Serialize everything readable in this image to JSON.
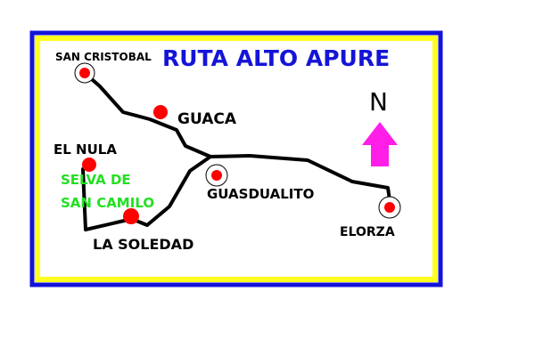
{
  "map": {
    "title": "RUTA ALTO APURE",
    "colors": {
      "outer_border": "#1414d8",
      "inner_border": "#ffff1e",
      "route": "#000000",
      "city_marker": "#ff0000",
      "title": "#1414d8",
      "special_label": "#22e022",
      "north_arrow": "#ff1ee8"
    },
    "north_arrow": {
      "label": "N",
      "icon": "arrow-up-icon"
    },
    "cities": {
      "san_cristobal": "SAN CRISTOBAL",
      "guaca": "GUACA",
      "el_nula": "EL NULA",
      "selva_line1": "SELVA DE",
      "selva_line2": "SAN CAMILO",
      "guasdualito": "GUASDUALITO",
      "la_soledad": "LA SOLEDAD",
      "elorza": "ELORZA"
    }
  }
}
